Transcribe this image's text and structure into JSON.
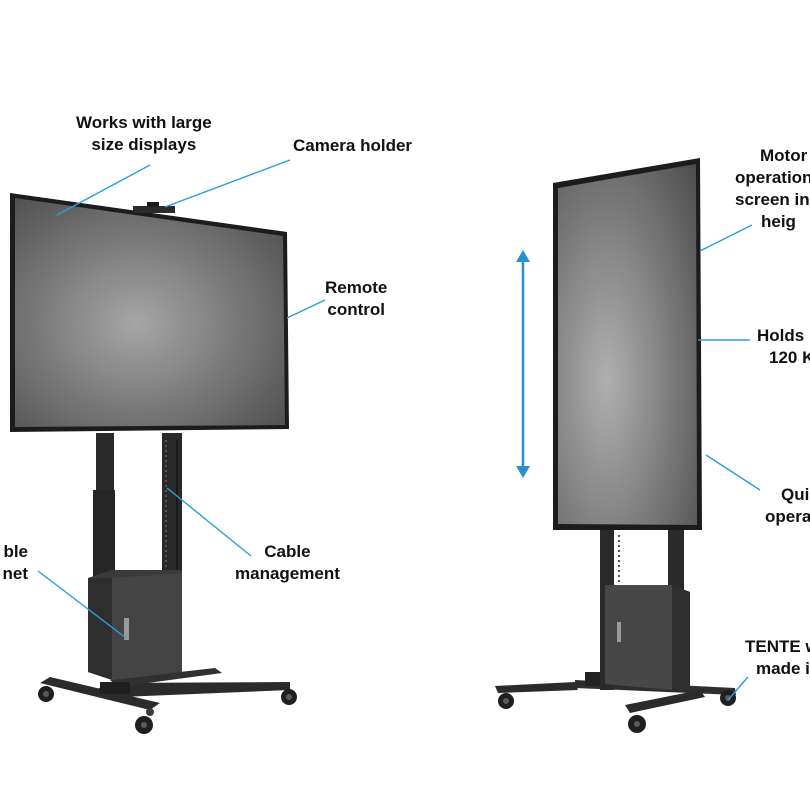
{
  "colors": {
    "callout_line": "#2a9fd6",
    "arrow": "#2a8fce",
    "frame": "#1c1c1c",
    "screen_light": "#a4a4a4",
    "screen_dark": "#4f4f4f",
    "stand": "#262626"
  },
  "labels": {
    "large_displays": [
      "Works with large",
      "size displays"
    ],
    "camera_holder": "Camera holder",
    "remote_control": [
      "Remote",
      "control"
    ],
    "cable_management": [
      "Cable",
      "management"
    ],
    "lockable_cabinet": [
      "ble",
      "net"
    ],
    "motor_operation": [
      "Motor",
      "operation",
      "screen in",
      "heig"
    ],
    "holds": [
      "Holds u",
      "120 K"
    ],
    "quiet_operation": [
      "Qui",
      "opera"
    ],
    "tente": [
      "TENTE w",
      "made i"
    ]
  }
}
